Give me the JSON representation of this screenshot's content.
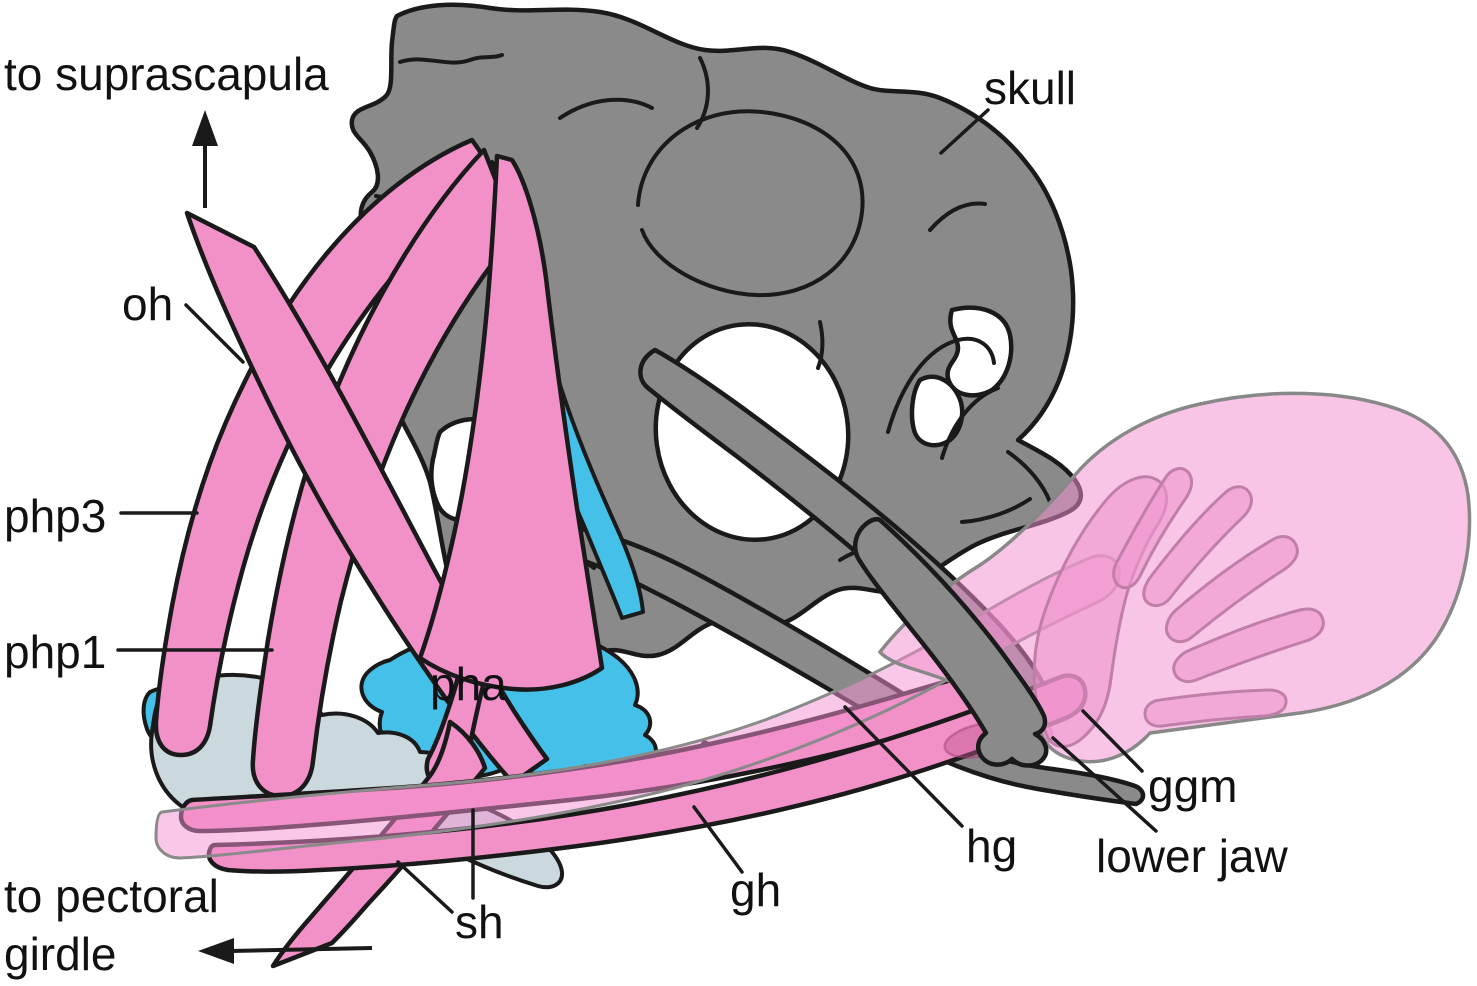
{
  "figure": {
    "type": "anatomical-diagram",
    "subject": "lateral view of skull, hyoid and tongue musculature",
    "labels": {
      "suprascapula": "to suprascapula",
      "oh": "oh",
      "php3": "php3",
      "php1": "php1",
      "pha": "pha",
      "sh": "sh",
      "gh": "gh",
      "hg": "hg",
      "ggm": "ggm",
      "lower_jaw": "lower jaw",
      "skull": "skull",
      "pectoral_line1": "to pectoral",
      "pectoral_line2": "girdle"
    },
    "arrows": [
      {
        "name": "to-suprascapula-arrow",
        "direction": "up"
      },
      {
        "name": "to-pectoral-girdle-arrow",
        "direction": "left"
      }
    ],
    "colors": {
      "muscle_pink": "#F290C8",
      "tongue_pink": "#F9C9E5",
      "hyoid_blue": "#45C0E8",
      "bone_gray": "#8A8A8A",
      "cartilage_gray": "#CBD8DE",
      "outline_black": "#1A1A1A",
      "background": "#FFFFFF"
    }
  }
}
